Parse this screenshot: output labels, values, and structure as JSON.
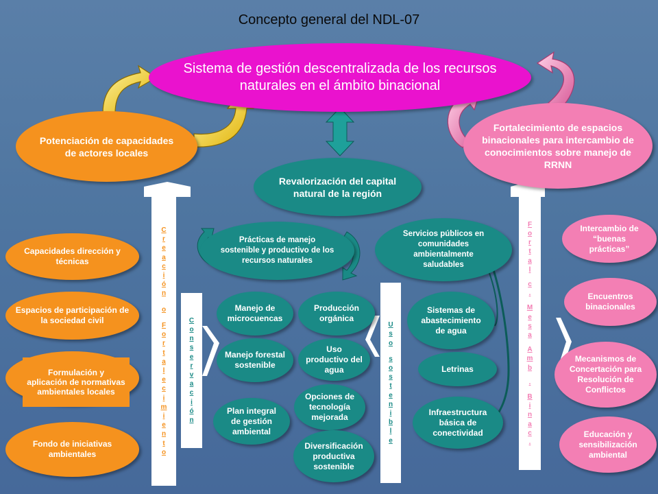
{
  "title": "Concepto general del NDL-07",
  "main": "Sistema de gestión descentralizada de los recursos naturales en el ámbito binacional",
  "left_top": "Potenciación de capacidades de actores locales",
  "center_top": "Revalorización del capital natural de la región",
  "right_top": "Fortalecimiento de espacios binacionales para intercambio de conocimientos sobre manejo de RRNN",
  "left_items": [
    "Capacidades dirección y técnicas",
    "Espacios de participación de la sociedad civil",
    "Formulación y aplicación de normativas ambientales locales",
    "Fondo de iniciativas ambientales"
  ],
  "left_vertical": "Creación o Fortalecimiento",
  "practicas": "Prácticas de manejo sostenible y productivo de los recursos naturales",
  "servicios": "Servicios públicos en comunidades ambientalmente saludables",
  "conservacion_vertical": "Conservación",
  "uso_vertical": "Uso sostenible",
  "fortal_vertical": [
    "Fortal",
    "c.",
    "Mesa",
    "Amb",
    ".",
    "Binac."
  ],
  "conservacion_items": [
    "Manejo de microcuencas",
    "Manejo forestal sostenible",
    "Plan integral de gestión ambiental"
  ],
  "uso_items": [
    "Producción orgánica",
    "Uso productivo del agua",
    "Opciones de tecnología mejorada",
    "Diversificación productiva sostenible"
  ],
  "servicios_items": [
    "Sistemas de abastecimiento de agua",
    "Letrinas",
    "Infraestructura básica de conectividad"
  ],
  "right_items": [
    "Intercambio de “buenas prácticas”",
    "Encuentros binacionales",
    "Mecanismos de Concertación para Resolución de Conflictos",
    "Educación y sensibilización ambiental"
  ],
  "colors": {
    "background": "#4e75a0",
    "orange": "#f5921e",
    "teal": "#1a8a86",
    "pink": "#f37fb4",
    "magenta": "#ea12ce",
    "yellow_arrow": "#f5c400"
  }
}
